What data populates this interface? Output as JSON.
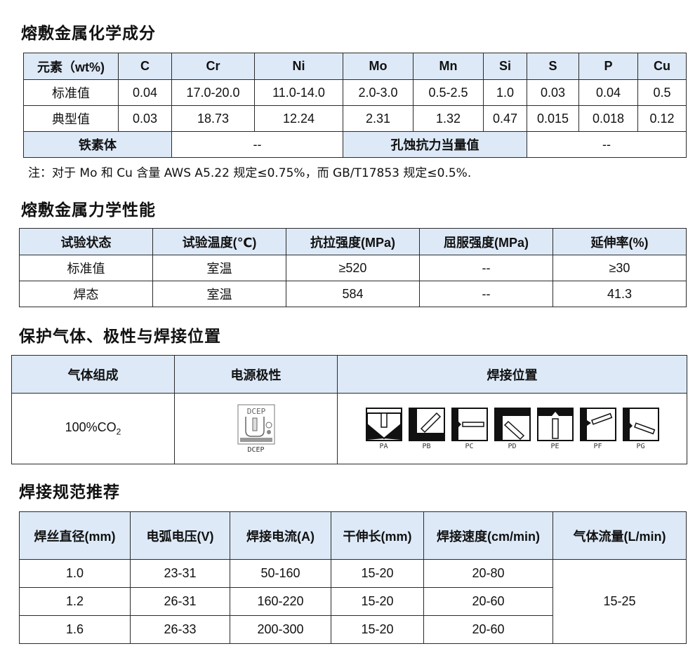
{
  "sections": {
    "composition_title": "熔敷金属化学成分",
    "mechanical_title": "熔敷金属力学性能",
    "gas_title": "保护气体、极性与焊接位置",
    "params_title": "焊接规范推荐"
  },
  "composition": {
    "headers": [
      "元素（wt%)",
      "C",
      "Cr",
      "Ni",
      "Mo",
      "Mn",
      "Si",
      "S",
      "P",
      "Cu"
    ],
    "rows": [
      [
        "标准值",
        "0.04",
        "17.0-20.0",
        "11.0-14.0",
        "2.0-3.0",
        "0.5-2.5",
        "1.0",
        "0.03",
        "0.04",
        "0.5"
      ],
      [
        "典型值",
        "0.03",
        "18.73",
        "12.24",
        "2.31",
        "1.32",
        "0.47",
        "0.015",
        "0.018",
        "0.12"
      ]
    ],
    "ferrite_label": "铁素体",
    "ferrite_value": "--",
    "pren_label": "孔蚀抗力当量值",
    "pren_value": "--",
    "note": "注：对于 Mo 和 Cu 含量 AWS A5.22 规定≤0.75%，而 GB/T17853 规定≤0.5%."
  },
  "mechanical": {
    "headers": [
      "试验状态",
      "试验温度(℃)",
      "抗拉强度(MPa)",
      "屈服强度(MPa)",
      "延伸率(%)"
    ],
    "rows": [
      [
        "标准值",
        "室温",
        "≥520",
        "--",
        "≥30"
      ],
      [
        "焊态",
        "室温",
        "584",
        "--",
        "41.3"
      ]
    ]
  },
  "gas": {
    "headers": [
      "气体组成",
      "电源极性",
      "焊接位置"
    ],
    "gas_value": "100%CO",
    "gas_sub": "2",
    "polarity_icon_text": "DCEP",
    "polarity_label": "DCEP",
    "positions": [
      "PA",
      "PB",
      "PC",
      "PD",
      "PE",
      "PF",
      "PG"
    ]
  },
  "params": {
    "headers": [
      "焊丝直径(mm)",
      "电弧电压(V)",
      "焊接电流(A)",
      "干伸长(mm)",
      "焊接速度(cm/min)",
      "气体流量(L/min)"
    ],
    "rows": [
      [
        "1.0",
        "23-31",
        "50-160",
        "15-20",
        "20-80"
      ],
      [
        "1.2",
        "26-31",
        "160-220",
        "15-20",
        "20-60"
      ],
      [
        "1.6",
        "26-33",
        "200-300",
        "15-20",
        "20-60"
      ]
    ],
    "gas_flow": "15-25"
  }
}
